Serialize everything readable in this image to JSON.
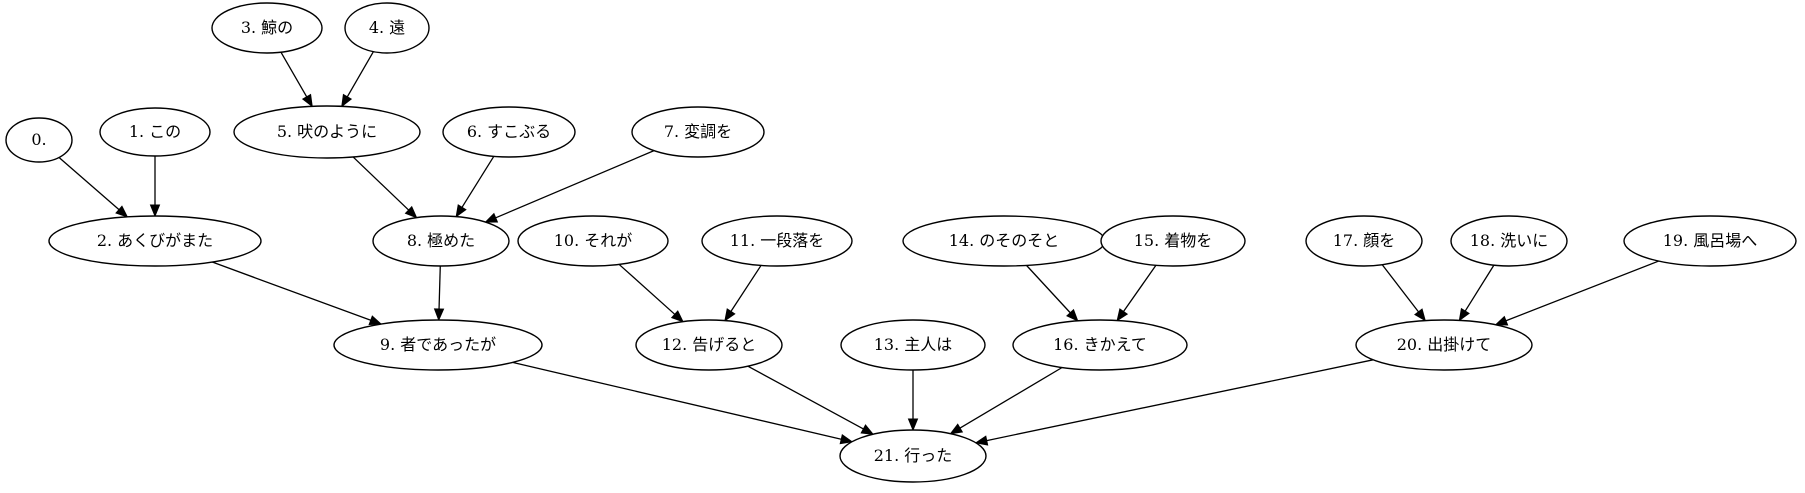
{
  "diagram": {
    "type": "dependency-tree",
    "nodes": [
      {
        "id": "0",
        "label": "0."
      },
      {
        "id": "1",
        "label": "1. この"
      },
      {
        "id": "2",
        "label": "2. あくびがまた"
      },
      {
        "id": "3",
        "label": "3. 鯨の"
      },
      {
        "id": "4",
        "label": "4. 遠"
      },
      {
        "id": "5",
        "label": "5. 吠のように"
      },
      {
        "id": "6",
        "label": "6. すこぶる"
      },
      {
        "id": "7",
        "label": "7. 変調を"
      },
      {
        "id": "8",
        "label": "8. 極めた"
      },
      {
        "id": "9",
        "label": "9. 者であったが"
      },
      {
        "id": "10",
        "label": "10. それが"
      },
      {
        "id": "11",
        "label": "11. 一段落を"
      },
      {
        "id": "12",
        "label": "12. 告げると"
      },
      {
        "id": "13",
        "label": "13. 主人は"
      },
      {
        "id": "14",
        "label": "14. のそのそと"
      },
      {
        "id": "15",
        "label": "15. 着物を"
      },
      {
        "id": "16",
        "label": "16. きかえて"
      },
      {
        "id": "17",
        "label": "17. 顔を"
      },
      {
        "id": "18",
        "label": "18. 洗いに"
      },
      {
        "id": "19",
        "label": "19. 風呂場へ"
      },
      {
        "id": "20",
        "label": "20. 出掛けて"
      },
      {
        "id": "21",
        "label": "21. 行った"
      }
    ],
    "edges": [
      {
        "from": "0",
        "to": "2"
      },
      {
        "from": "1",
        "to": "2"
      },
      {
        "from": "3",
        "to": "5"
      },
      {
        "from": "4",
        "to": "5"
      },
      {
        "from": "5",
        "to": "8"
      },
      {
        "from": "6",
        "to": "8"
      },
      {
        "from": "7",
        "to": "8"
      },
      {
        "from": "2",
        "to": "9"
      },
      {
        "from": "8",
        "to": "9"
      },
      {
        "from": "10",
        "to": "12"
      },
      {
        "from": "11",
        "to": "12"
      },
      {
        "from": "14",
        "to": "16"
      },
      {
        "from": "15",
        "to": "16"
      },
      {
        "from": "17",
        "to": "20"
      },
      {
        "from": "18",
        "to": "20"
      },
      {
        "from": "19",
        "to": "20"
      },
      {
        "from": "9",
        "to": "21"
      },
      {
        "from": "12",
        "to": "21"
      },
      {
        "from": "13",
        "to": "21"
      },
      {
        "from": "16",
        "to": "21"
      },
      {
        "from": "20",
        "to": "21"
      }
    ]
  }
}
